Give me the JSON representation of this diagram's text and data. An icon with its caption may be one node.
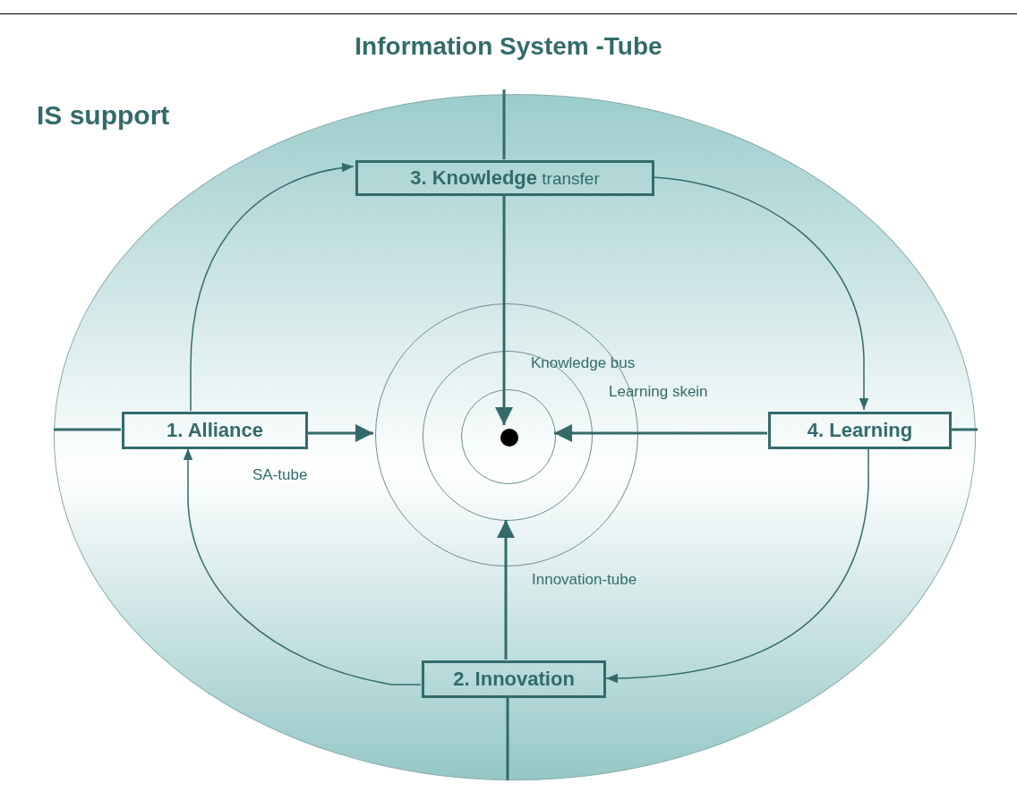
{
  "diagram": {
    "title": "Information System -Tube",
    "nodes": [
      {
        "text": [
          "IS support"
        ]
      },
      {
        "text": [
          "**3. Knowledge** transfer"
        ],
        "in": 0
      },
      {
        "text": [
          "1. Alliance"
        ],
        "in": 0
      },
      {
        "text": [
          "4. Learning"
        ],
        "in": 0
      },
      {
        "text": [
          "2. Innovation"
        ],
        "in": 0
      },
      {
        "text": [],
        "shape": "circle",
        "in": 0
      },
      {
        "text": [],
        "shape": "circle",
        "in": 5
      },
      {
        "text": [],
        "shape": "circle",
        "in": 6
      },
      {
        "text": [],
        "shape": "circle",
        "in": 7
      }
    ],
    "edges": [
      {
        "from": 1,
        "to": 8,
        "arrow": "to"
      },
      {
        "from": 2,
        "to": 5,
        "arrow": "to"
      },
      {
        "from": 3,
        "to": 7,
        "arrow": "to"
      },
      {
        "from": 4,
        "to": 6,
        "arrow": "to"
      },
      {
        "from": 2,
        "to": 1,
        "arrow": "to"
      },
      {
        "from": 1,
        "to": 3,
        "arrow": "to"
      },
      {
        "from": 3,
        "to": 4,
        "arrow": "to"
      },
      {
        "from": 4,
        "to": 2,
        "arrow": "to"
      },
      {
        "from": null,
        "to": 1,
        "arrow": "none"
      },
      {
        "from": null,
        "to": 2,
        "arrow": "none"
      },
      {
        "from": 3,
        "to": null,
        "arrow": "none"
      },
      {
        "from": 4,
        "to": null,
        "arrow": "none"
      }
    ],
    "labels": [
      "Knowledge bus",
      "Learning skein",
      "SA-tube",
      "Innovation-tube"
    ]
  }
}
